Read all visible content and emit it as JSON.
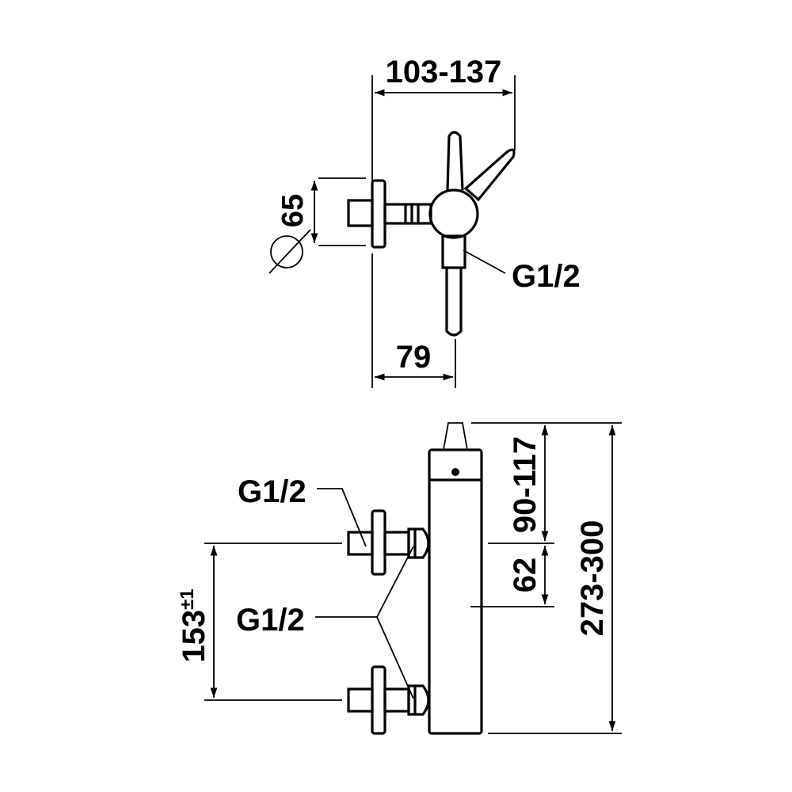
{
  "top_view": {
    "width_dim": "103-137",
    "diameter_dim": "65",
    "depth_dim": "79",
    "thread": "G1/2"
  },
  "front_view": {
    "thread_upper": "G1/2",
    "thread_lower": "G1/2",
    "spacing_dim": "153",
    "spacing_tol": "±1",
    "handle_height_dim": "90-117",
    "outlet_offset_dim": "62",
    "total_height_dim": "273-300"
  },
  "colors": {
    "line": "#000000",
    "background": "#ffffff"
  }
}
